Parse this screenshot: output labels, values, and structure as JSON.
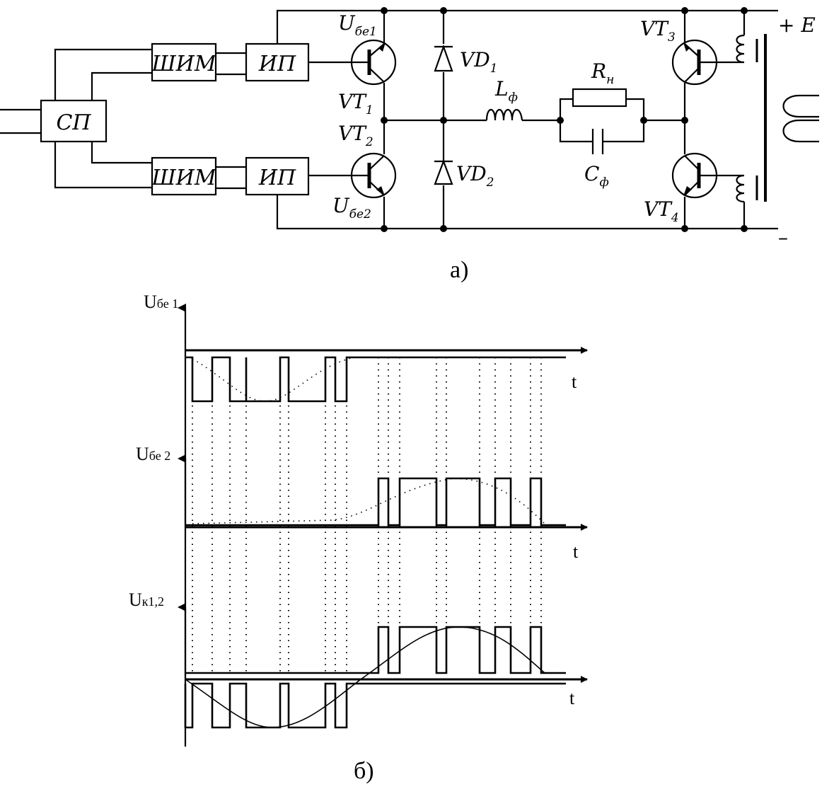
{
  "circuit": {
    "blocks": {
      "sp": "СП",
      "shim_top": "ШИМ",
      "shim_bottom": "ШИМ",
      "ip_top": "ИП",
      "ip_bottom": "ИП"
    },
    "labels": {
      "ube1_main": "U",
      "ube1_sub": "бе1",
      "ube2_main": "U",
      "ube2_sub": "бе2",
      "vt1_main": "VT",
      "vt1_sub": "1",
      "vt2_main": "VT",
      "vt2_sub": "2",
      "vt3_main": "VT",
      "vt3_sub": "3",
      "vt4_main": "VT",
      "vt4_sub": "4",
      "vd1_main": "VD",
      "vd1_sub": "1",
      "vd2_main": "VD",
      "vd2_sub": "2",
      "lf_main": "L",
      "lf_sub": "ф",
      "rn_main": "R",
      "rn_sub": "н",
      "cf_main": "C",
      "cf_sub": "ф",
      "plus_e": "+ E",
      "minus": "–"
    },
    "caption": "а)"
  },
  "timing": {
    "caption": "б)",
    "plots": [
      {
        "ylabel_main": "U",
        "ylabel_sub": "бе 1",
        "xlabel": "t"
      },
      {
        "ylabel_main": "U",
        "ylabel_sub": "бе 2",
        "xlabel": "t"
      },
      {
        "ylabel_main": "U",
        "ylabel_sub": "к1,2",
        "xlabel": "t"
      }
    ]
  }
}
